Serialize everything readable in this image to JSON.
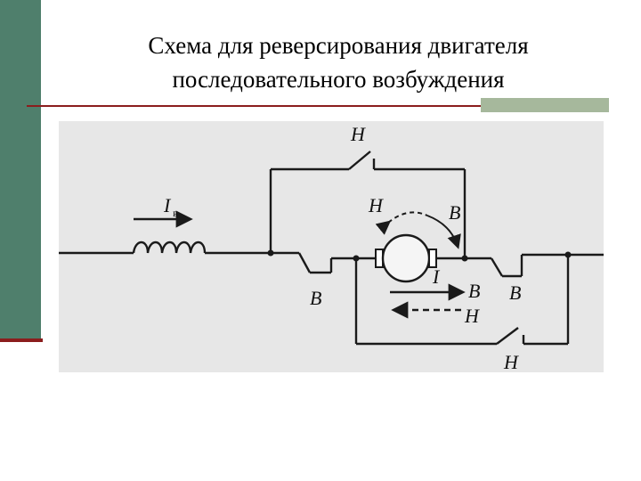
{
  "slide": {
    "title_line1": "Схема для реверсирования двигателя",
    "title_line2": "последовательного возбуждения",
    "colors": {
      "sidebar": "#4f7f6c",
      "rule": "#8b1d1d",
      "accent": "#a6b89c",
      "panel": "#e7e7e7"
    }
  },
  "diagram": {
    "current_label": "I",
    "current_subscript": "в",
    "armature_current_label": "I",
    "contacts": {
      "top_H": "Н",
      "rotation_H": "Н",
      "rotation_B": "В",
      "left_B": "В",
      "right_B": "В",
      "bottom_H": "Н",
      "arrow_B": "В",
      "arrow_H": "Н"
    }
  }
}
